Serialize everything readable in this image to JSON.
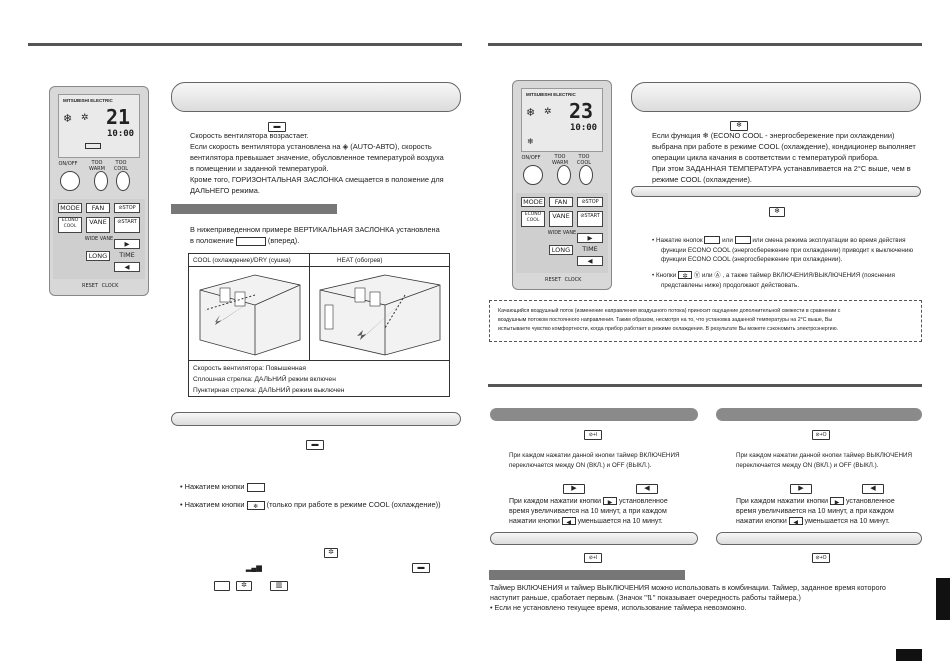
{
  "left": {
    "fan_speed_increases": "Скорость вентилятора возрастает.",
    "auto_text": "Если скорость вентилятора установлена на",
    "auto_text2": "(AUTO-АВТО), скорость",
    "auto_text3": "вентилятора превышает значение, обусловленное температурой воздуха",
    "auto_text4": "в помещении и заданной температурой.",
    "horiz_flap": "Кроме того, ГОРИЗОНТАЛЬНАЯ ЗАСЛОНКА смещается в положение для",
    "horiz_flap2": "ДАЛЬНЕГО режима.",
    "example_text": "В нижеприведенном примере ВЕРТИКАЛЬНАЯ ЗАСЛОНКА установлена",
    "example_text2": "в положение",
    "example_text3": "(вперед).",
    "table_headers": [
      "COOL (охлаждение)/DRY (сушка)",
      "HEAT (обогрев)"
    ],
    "legend": [
      "Скорость вентилятора: Повышенная",
      "Сплошная стрелка: ДАЛЬНИЙ режим включен",
      "Пунктирная стрелка: ДАЛЬНИЙ режим выключен"
    ],
    "bullet1": "Нажатием кнопки",
    "bullet2a": "Нажатием кнопки",
    "bullet2b": "(только при работе в режиме COOL (охлаждение))"
  },
  "right": {
    "econo_p1": "Если функция",
    "econo_p1b": "(ECONO COOL - энергосбережение при охлаждении)",
    "econo_p2": "выбрана при работе в режиме COOL (охлаждение), кондиционер выполняет",
    "econo_p3": "операции цикла качания в соответствии с температурой прибора.",
    "econo_p4": "При этом ЗАДАННАЯ ТЕМПЕРАТУРА устанавливается на 2°C выше, чем в",
    "econo_p5": "режиме COOL (охлаждение).",
    "bullet1a": "Нажатие кнопок",
    "bullet1b": "или",
    "bullet1c": "или смена режима эксплуатации во время действия",
    "bullet1d": "функции ECONO COOL (энергосбережение при охлаждении) приводит к выключению",
    "bullet1e": "функции ECONO COOL (энергосбережение при охлаждении).",
    "bullet2a": "Кнопки",
    "bullet2b": "или",
    "bullet2c": ", а также таймер ВКЛЮЧЕНИЯ/ВЫКЛЮЧЕНИЯ (пояснения",
    "bullet2d": "представлены ниже) продолжают действовать.",
    "note": [
      "Качающийся воздушный поток (изменение направления воздушного потока) приносит ощущение дополнительной свежести в сравнении с",
      "воздушным потоком постоянного направления. Таким образом, несмотря на то, что установка заданной температуры на 2°C выше, Вы",
      "испытываете чувство комфортности, когда прибор работает в режиме охлаждения. В результате Вы можете сэкономить электроэнергию."
    ],
    "timer_on_p1": "При каждом нажатии данной кнопки таймер ВКЛЮЧЕНИЯ",
    "timer_on_p2": "переключается между ON (ВКЛ.) и OFF (ВЫКЛ.).",
    "timer_off_p1": "При каждом нажатии данной кнопки таймер ВЫКЛЮЧЕНИЯ",
    "timer_off_p2": "переключается между ON (ВКЛ.) и OFF (ВЫКЛ.).",
    "incr_a": "При каждом нажатии кнопки",
    "incr_b": "установленное",
    "incr_c": "время увеличивается на 10 минут, а при каждом",
    "incr_d": "нажатии кнопки",
    "incr_e": "уменьшается на 10 минут.",
    "combo_p1": "Таймер ВКЛЮЧЕНИЯ и таймер ВЫКЛЮЧЕНИЯ можно использовать в комбинации. Таймер, заданное время которого",
    "combo_p2": "наступит раньше, сработает первым. (Значок \"",
    "combo_p2b": "\" показывает очередность работы таймера.)",
    "combo_p3": "• Если не установлено текущее время, использование таймера невозможно."
  },
  "remote": {
    "brand": "MITSUBISHI ELECTRIC",
    "temp": "21",
    "clock": "10:00",
    "on_off": "ON/OFF",
    "too_warm": "TOO WARM",
    "too_cool": "TOO COOL",
    "mode": "MODE",
    "fan": "FAN",
    "stop": "⊘STOP",
    "econo": "ECONO COOL",
    "vane": "VANE",
    "start": "⊘START",
    "wide_vane": "WIDE VANE",
    "long": "LONG",
    "time": "TIME",
    "reset": "RESET",
    "clock_label": "CLOCK"
  },
  "remote2": {
    "temp": "23"
  }
}
